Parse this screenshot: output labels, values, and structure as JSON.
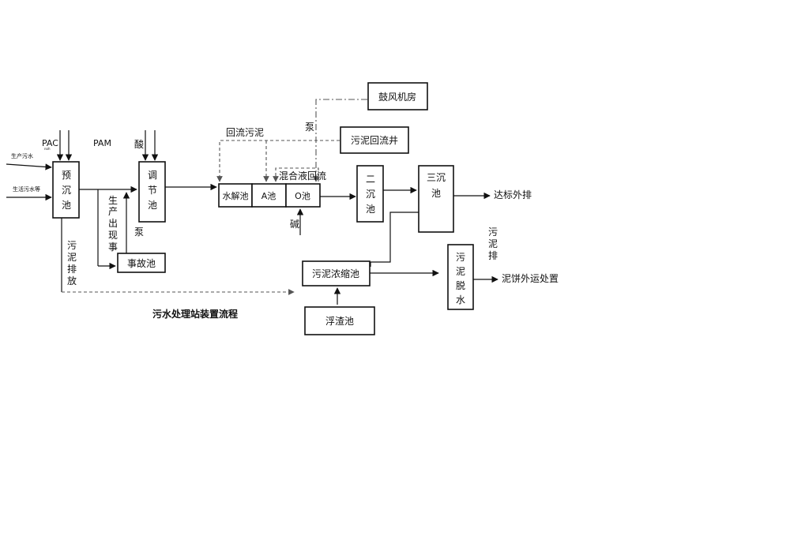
{
  "diagram": {
    "title": "污水处理站装置流程",
    "inputs": {
      "production_sewage": "生产污水",
      "domestic_sewage": "生活污水等",
      "pac": "PAC",
      "pac_sub": "noh",
      "pam": "PAM",
      "acid": "酸",
      "alkali": "碱"
    },
    "units": {
      "pre_settling": [
        "预",
        "沉",
        "池"
      ],
      "regulating": [
        "调",
        "节",
        "池"
      ],
      "accident": "事故池",
      "hydrolysis": "水解池",
      "a_tank": "A池",
      "o_tank": "O池",
      "blower_room": "鼓风机房",
      "sludge_return_well": "污泥回流井",
      "secondary_settling": [
        "二",
        "沉",
        "池"
      ],
      "tertiary_settling": [
        "三沉",
        "池"
      ],
      "sludge_thickener": "污泥浓缩池",
      "scum_tank": "浮渣池",
      "sludge_dewatering": [
        "污",
        "泥",
        "脱",
        "水"
      ]
    },
    "labels": {
      "return_sludge": "回流污泥",
      "pump_top": "泵",
      "pump_bottom": "泵",
      "mixed_liquor_return": "混合液回流",
      "accident_note": [
        "生",
        "产",
        "出",
        "现",
        "事"
      ],
      "sludge_discharge_left": [
        "污",
        "泥",
        "排",
        "放"
      ],
      "sludge_discharge_right": [
        "污",
        "泥",
        "排"
      ],
      "effluent": "达标外排",
      "cake_disposal": "泥饼外运处置"
    }
  }
}
